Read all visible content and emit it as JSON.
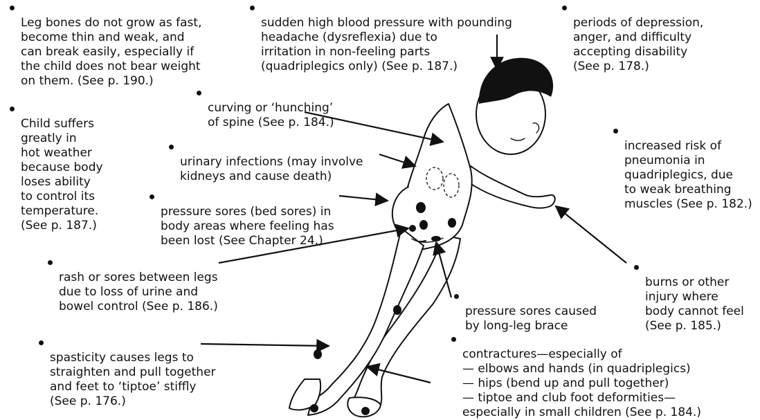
{
  "annotations": {
    "leg_bones": "Leg bones do not grow as fast,\nbecome thin and weak, and\ncan break easily, especially if\nthe child does not bear weight\non them. (See p. 190.)",
    "blood_pressure": "sudden high blood pressure with pounding\nheadache (dysreflexia) due to\nirritation in non-feeling parts\n(quadriplegics only) (See p. 187.)",
    "depression": "periods of depression,\nanger, and difficulty\naccepting disability\n(See p. 178.)",
    "curving_spine": "curving or ‘hunching’\nof spine (See p. 184.)",
    "hot_weather": "Child suffers\ngreatly in\nhot weather\nbecause body\nloses ability\nto control its\ntemperature.\n(See p. 187.)",
    "urinary": "urinary infections (may involve\nkidneys and cause death)",
    "pneumonia": "increased risk of\npneumonia in\nquadriplegics, due\nto weak breathing\nmuscles (See p. 182.)",
    "pressure_sores": "pressure sores (bed sores) in\nbody areas where feeling has\nbeen lost (See Chapter 24.)",
    "rash": "rash or sores between legs\ndue to loss of urine and\nbowel control (See p. 186.)",
    "burns": "burns or other\ninjury where\nbody cannot feel\n(See p. 185.)",
    "brace_sores": "pressure sores caused\nby long-leg brace",
    "spasticity": "spasticity causes legs to\nstraighten and pull together\nand feet to ‘tiptoe’ stiffly\n(See p. 176.)",
    "contractures": "contractures—especially of\n— elbows and hands (in quadriplegics)\n— hips (bend up and pull together)\n— tiptoe and club foot deformities—\n   especially in small children (See p. 184.)"
  }
}
